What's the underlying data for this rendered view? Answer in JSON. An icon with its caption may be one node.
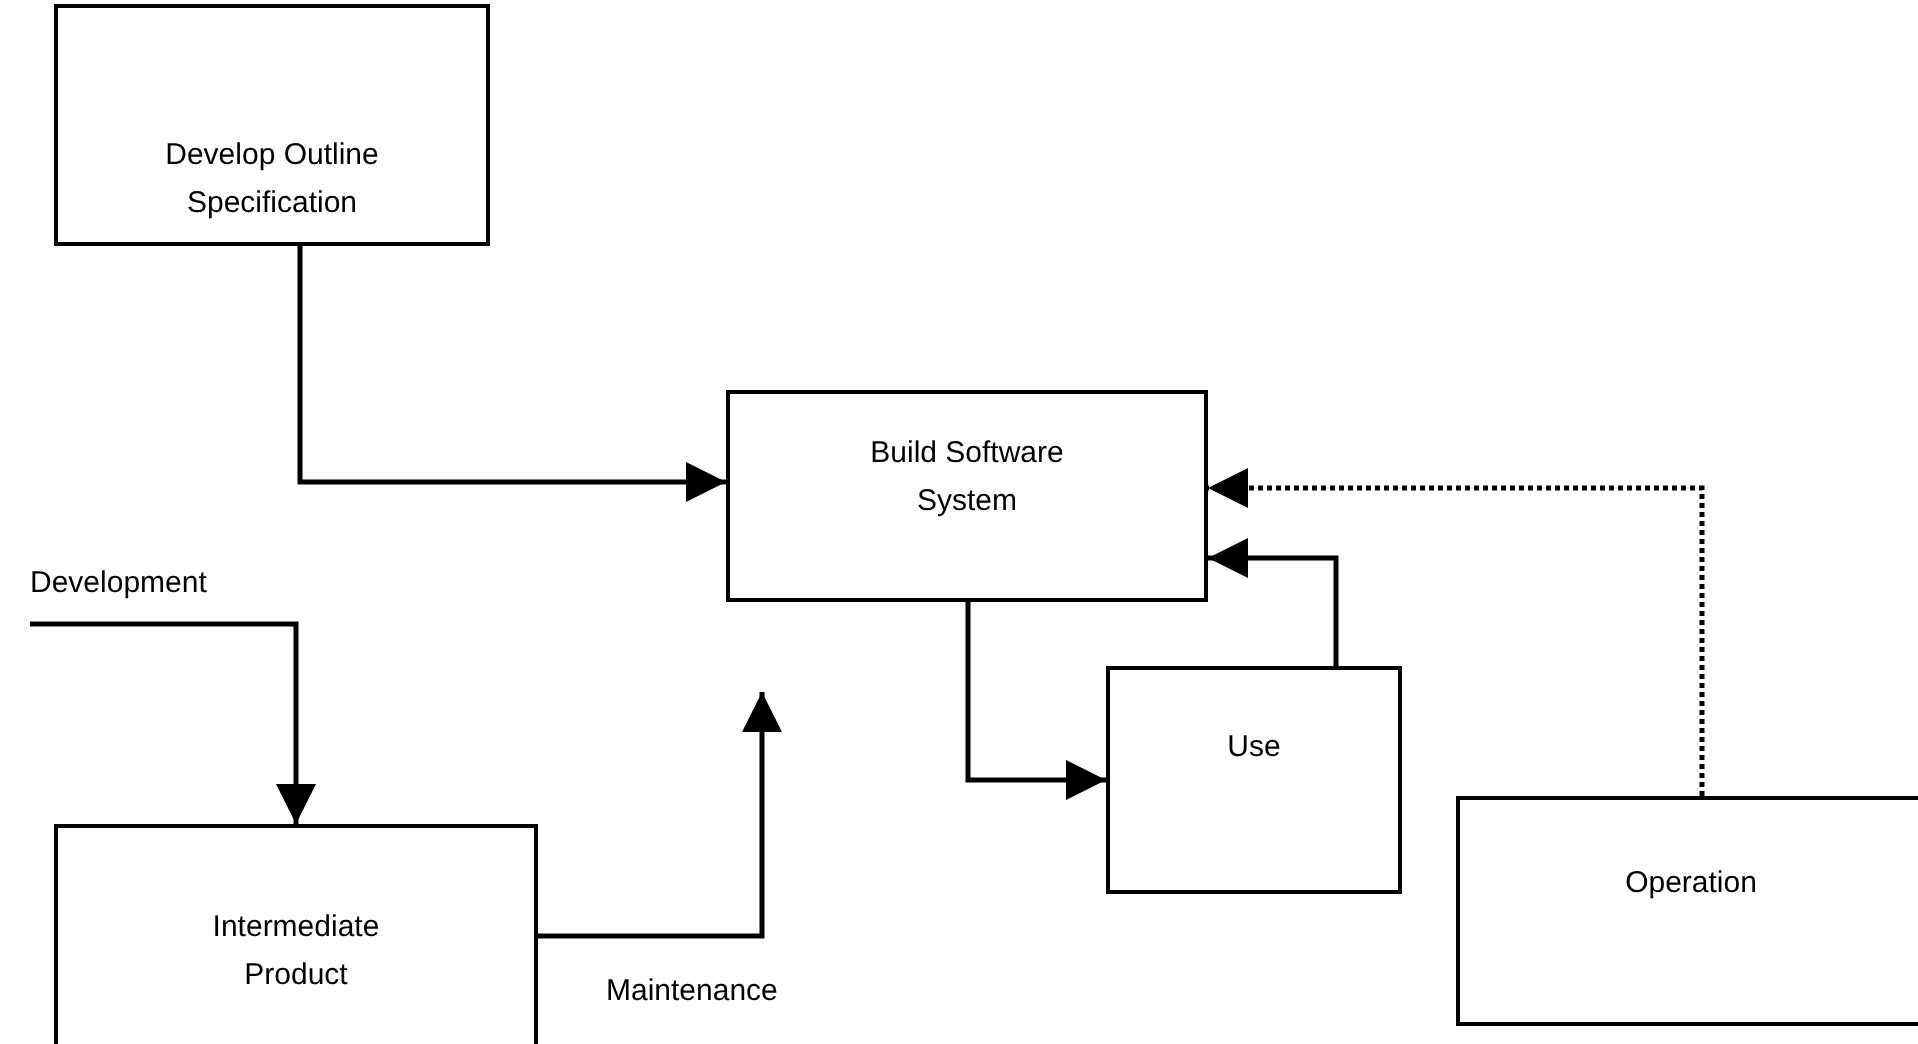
{
  "diagram": {
    "nodes": [
      {
        "text": [
          "Develop Outline Specification"
        ]
      },
      {
        "text": [
          "Build Software System"
        ]
      },
      {
        "text": [
          "Intermediate Product"
        ]
      },
      {
        "text": [
          "Use"
        ]
      },
      {
        "text": [
          "Operation"
        ]
      }
    ],
    "edges": [
      {
        "from": 0,
        "to": 1,
        "arrow": "to"
      },
      {
        "from": null,
        "to": 2,
        "arrow": "to",
        "label": "Development"
      },
      {
        "from": 2,
        "to": null,
        "arrow": "to",
        "label": "Maintenance"
      },
      {
        "from": 1,
        "to": 3,
        "arrow": "to"
      },
      {
        "from": 3,
        "to": 1,
        "arrow": "to"
      },
      {
        "from": 4,
        "to": 1,
        "arrow": "to",
        "style": "dashed"
      }
    ]
  }
}
